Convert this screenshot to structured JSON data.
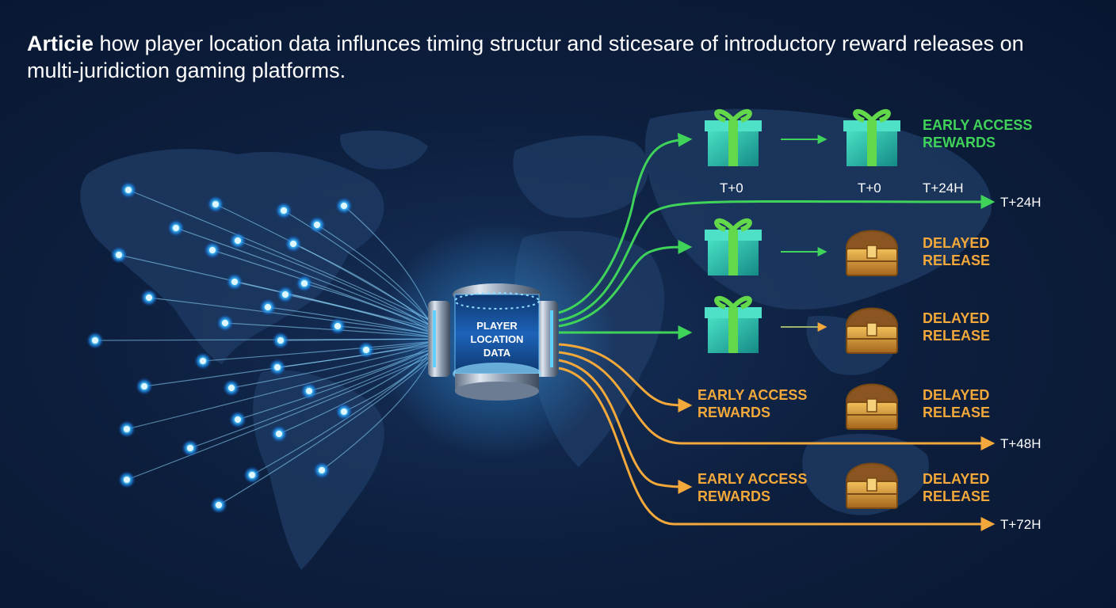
{
  "title": {
    "lead": "Articie",
    "rest": " how player location data influnces timing structur and sticesare of introductory reward releases on multi-juridiction gaming platforms."
  },
  "hub": {
    "line1": "PLAYER",
    "line2": "LOCATION",
    "line3": "DATA"
  },
  "colors": {
    "background": "#0d1f3e",
    "map": "#1e3a63",
    "node": "#3fc0ff",
    "green": "#3fd35a",
    "orange": "#f2a83a",
    "label_green": "#3fd35a",
    "label_orange": "#f2a83a",
    "gift": "#2fc9b0",
    "gift_ribbon": "#6ad84a",
    "chest": "#c98a2a"
  },
  "labels": {
    "early_green_1": "EARLY ACCESS",
    "early_green_2": "REWARDS",
    "delayed_a1": "DELAYED",
    "delayed_a2": "RELEASE",
    "delayed_b1": "DELAYED",
    "delayed_b2": "RELEASE",
    "delayed_c1": "DELAYED",
    "delayed_c2": "RELEASE",
    "delayed_d1": "DELAYED",
    "delayed_d2": "RELEASE",
    "early_orange_a1": "EARLY ACCESS",
    "early_orange_a2": "REWARDS",
    "early_orange_b1": "EARLY ACCESS",
    "early_orange_b2": "REWARDS"
  },
  "timing": {
    "t0_left": "T+0",
    "t0_right": "T+0",
    "t24_inner": "T+24H",
    "t24": "T+24H",
    "t48": "T+48H",
    "t72": "T+72H"
  },
  "icons": [
    "gift-icon",
    "treasure-chest-icon",
    "location-node-icon",
    "arrow-icon"
  ]
}
